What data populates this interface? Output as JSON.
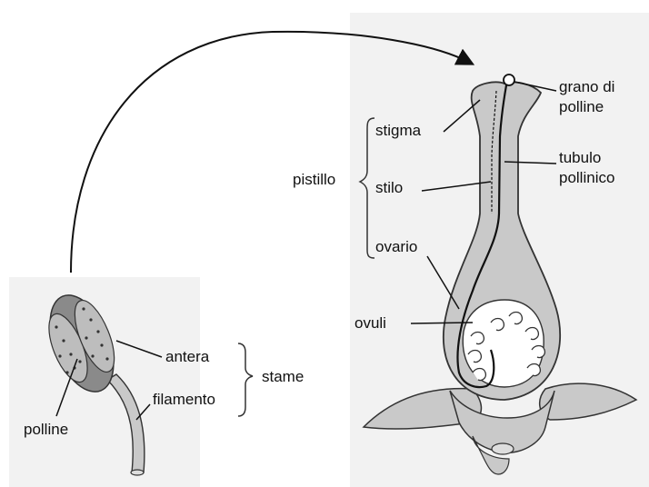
{
  "labels": {
    "grano": "grano di",
    "polline_grano": "polline",
    "stigma": "stigma",
    "tubulo": "tubulo",
    "pollinico": "pollinico",
    "pistillo": "pistillo",
    "stilo": "stilo",
    "ovario": "ovario",
    "ovuli": "ovuli",
    "antera": "antera",
    "stame": "stame",
    "filamento": "filamento",
    "polline": "polline"
  },
  "colors": {
    "fill_gray": "#c9c9c9",
    "fill_dark": "#8a8a8a",
    "stroke": "#222222",
    "panel": "#f2f2f2"
  }
}
